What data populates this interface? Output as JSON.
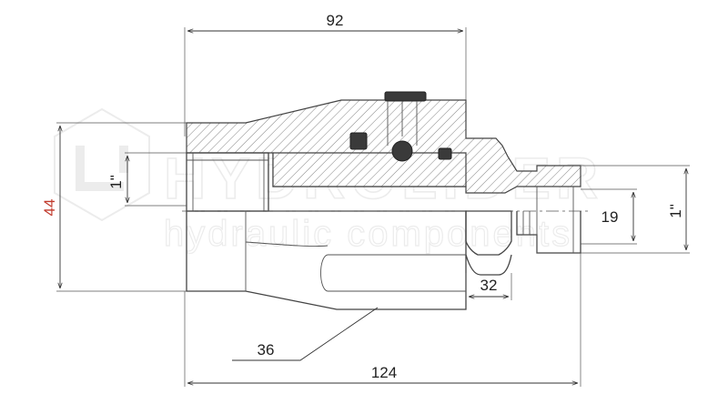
{
  "watermark": {
    "brand": "HYDROLIDER",
    "tagline": "hydraulic components"
  },
  "dimensions": {
    "overall_width": "92",
    "total_length": "124",
    "height": "44",
    "thread_left": "1\"",
    "thread_right": "1\"",
    "bore": "19",
    "hex_small": "32",
    "hex_large": "36"
  },
  "colors": {
    "line": "#444444",
    "height_label": "#c0392b",
    "watermark": "#ececec"
  }
}
